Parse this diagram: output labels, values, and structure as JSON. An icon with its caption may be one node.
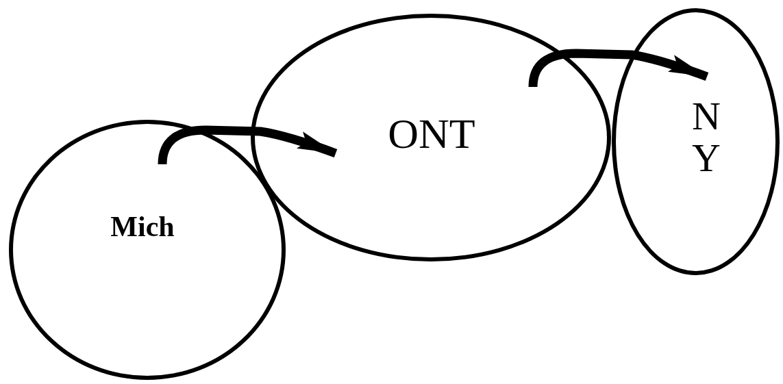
{
  "diagram": {
    "nodes": [
      {
        "text": [
          "Mich"
        ]
      },
      {
        "text": [
          "ONT"
        ]
      },
      {
        "text": [
          "N Y"
        ]
      }
    ],
    "edges": [
      {
        "from": 0,
        "to": 1,
        "arrow": "to"
      },
      {
        "from": 1,
        "to": 2,
        "arrow": "to"
      }
    ]
  }
}
